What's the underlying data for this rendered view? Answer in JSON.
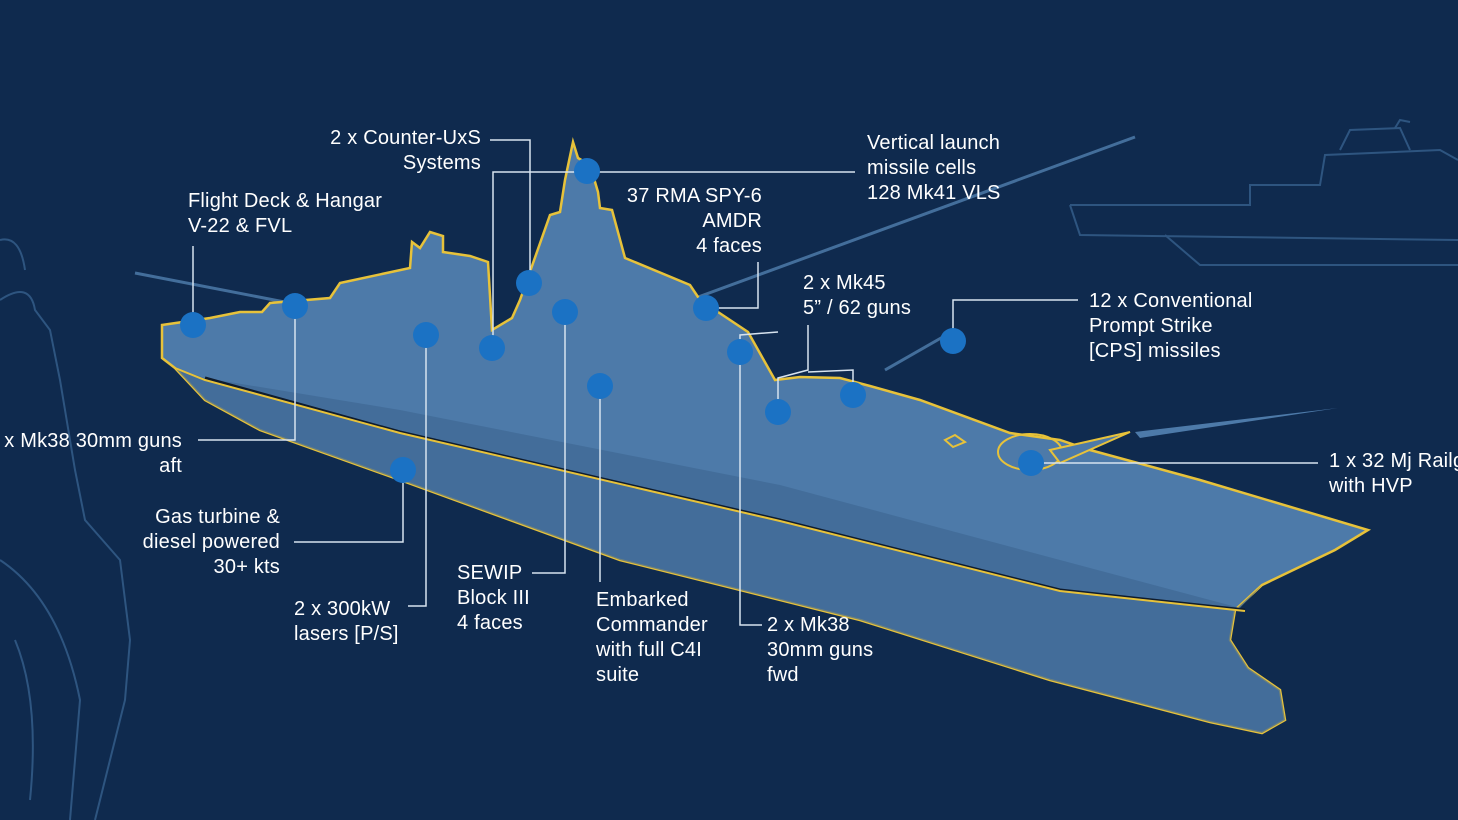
{
  "colors": {
    "background": "#0f2a4e",
    "hull": "#4d7aa9",
    "hull_shadow": "#3f6894",
    "outline": "#e7c23a",
    "marker": "#1b72c4",
    "leader": "#d7e3ef",
    "ghost": "#2e5580"
  },
  "labels": {
    "counter_uxs": [
      "2 x Counter-UxS",
      "Systems"
    ],
    "flight_deck": [
      "Flight Deck & Hangar",
      "V-22 & FVL"
    ],
    "spy6": [
      "37 RMA SPY-6",
      "AMDR",
      "4 faces"
    ],
    "vls": [
      "Vertical launch",
      "missile cells",
      "128 Mk41 VLS"
    ],
    "mk45": [
      "2 x Mk45",
      "5” / 62 guns"
    ],
    "cps": [
      "12 x Conventional",
      "Prompt Strike",
      "[CPS] missiles"
    ],
    "mk38_aft": [
      "x Mk38 30mm guns",
      "aft"
    ],
    "railgun": [
      "1 x 32 Mj Railg",
      "with HVP"
    ],
    "gas_turbine": [
      "Gas turbine &",
      "diesel powered",
      "30+ kts"
    ],
    "lasers": [
      "2 x 300kW",
      "lasers [P/S]"
    ],
    "sewip": [
      "SEWIP",
      "Block III",
      "4 faces"
    ],
    "embarked": [
      "Embarked",
      "Commander",
      "with full C4I",
      "suite"
    ],
    "mk38_fwd": [
      "2 x Mk38",
      "30mm guns",
      "fwd"
    ]
  },
  "markers": [
    "flight-deck",
    "counter-uxs-aft",
    "counter-uxs-fwd",
    "spy6-mast",
    "spy6-face",
    "vls",
    "mk45-aft",
    "mk45-fwd",
    "cps",
    "mk38-aft",
    "railgun",
    "lasers",
    "sewip",
    "embarked",
    "mk38-fwd",
    "gas-turbine"
  ]
}
